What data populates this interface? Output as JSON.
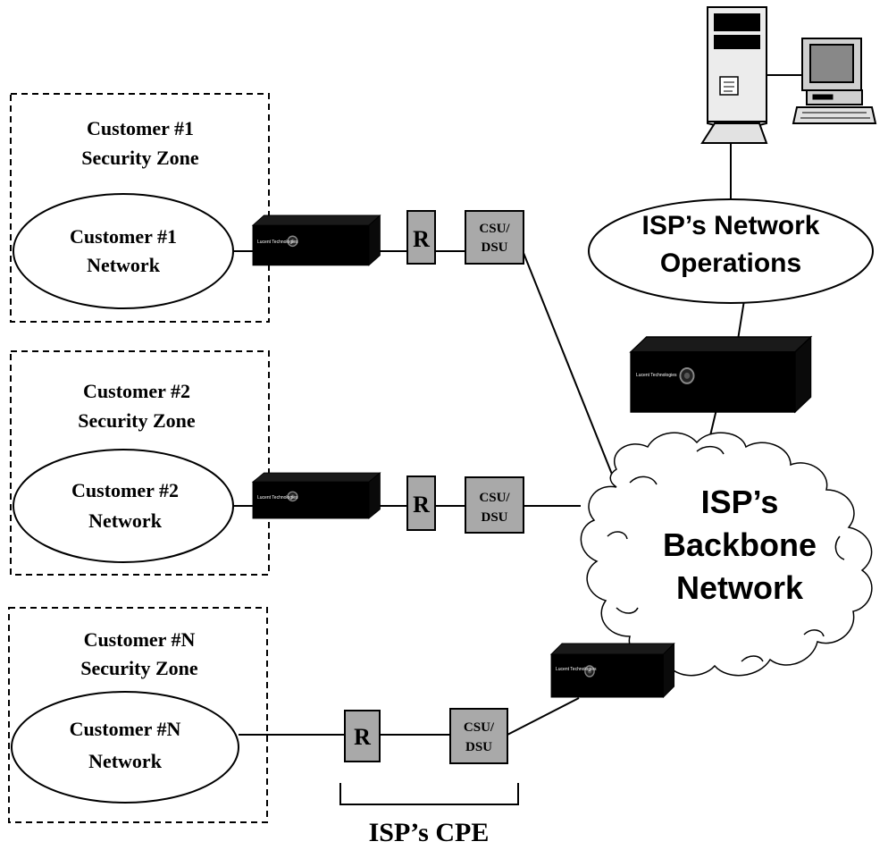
{
  "zones": [
    {
      "title_line1": "Customer #1",
      "title_line2": "Security Zone",
      "network_line1": "Customer #1",
      "network_line2": "Network"
    },
    {
      "title_line1": "Customer #2",
      "title_line2": "Security Zone",
      "network_line1": "Customer #2",
      "network_line2": "Network"
    },
    {
      "title_line1": "Customer #N",
      "title_line2": "Security Zone",
      "network_line1": "Customer #N",
      "network_line2": "Network"
    }
  ],
  "router_label": "R",
  "csu_line1": "CSU/",
  "csu_line2": "DSU",
  "firewall_brand": "Lucent Technologies",
  "isp_ops_line1": "ISP’s Network",
  "isp_ops_line2": "Operations",
  "backbone_line1": "ISP’s",
  "backbone_line2": "Backbone",
  "backbone_line3": "Network",
  "cpe_label": "ISP’s CPE"
}
